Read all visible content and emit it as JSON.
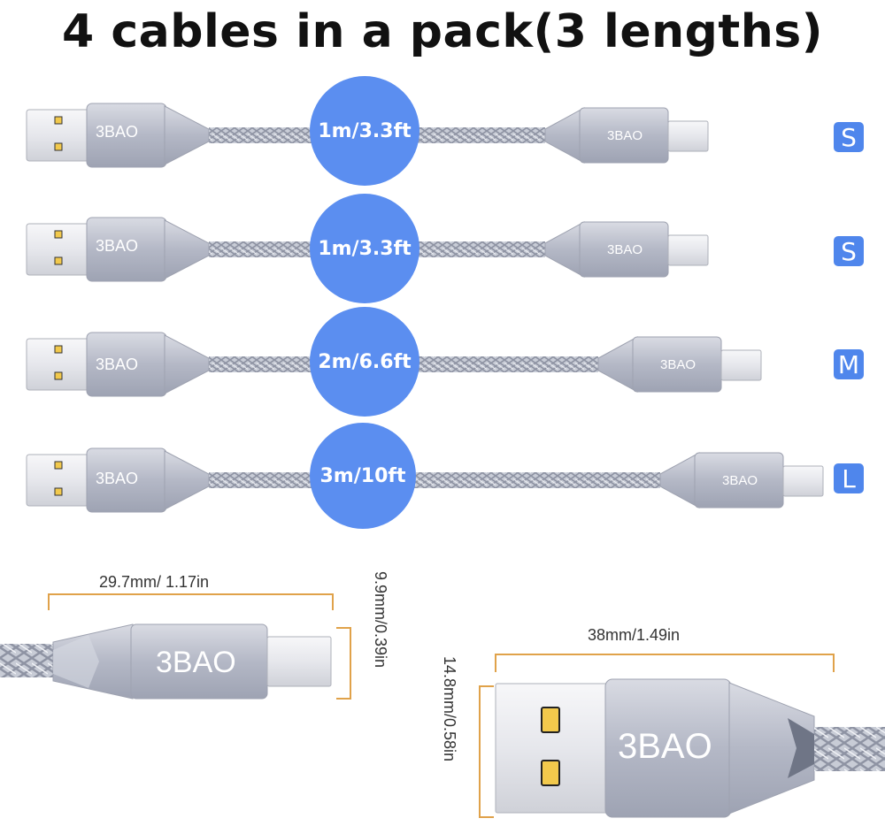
{
  "headline": "4 cables in a pack(3 lengths)",
  "cables": [
    {
      "length_label": "1m/3.3ft",
      "size": "S",
      "brand": "3BAO"
    },
    {
      "length_label": "1m/3.3ft",
      "size": "S",
      "brand": "3BAO"
    },
    {
      "length_label": "2m/6.6ft",
      "size": "M",
      "brand": "3BAO"
    },
    {
      "length_label": "3m/10ft",
      "size": "L",
      "brand": "3BAO"
    }
  ],
  "micro_detail": {
    "brand": "3BAO",
    "width_label": "29.7mm/ 1.17in",
    "height_label": "9.9mm/0.39in"
  },
  "usb_detail": {
    "brand": "3BAO",
    "width_label": "38mm/1.49in",
    "height_label": "14.8mm/0.58in"
  },
  "colors": {
    "circle": "#5b8ef0",
    "badge": "#4f86ec",
    "metal": "#b9bcc8",
    "dimension_line": "#e0a24a"
  }
}
